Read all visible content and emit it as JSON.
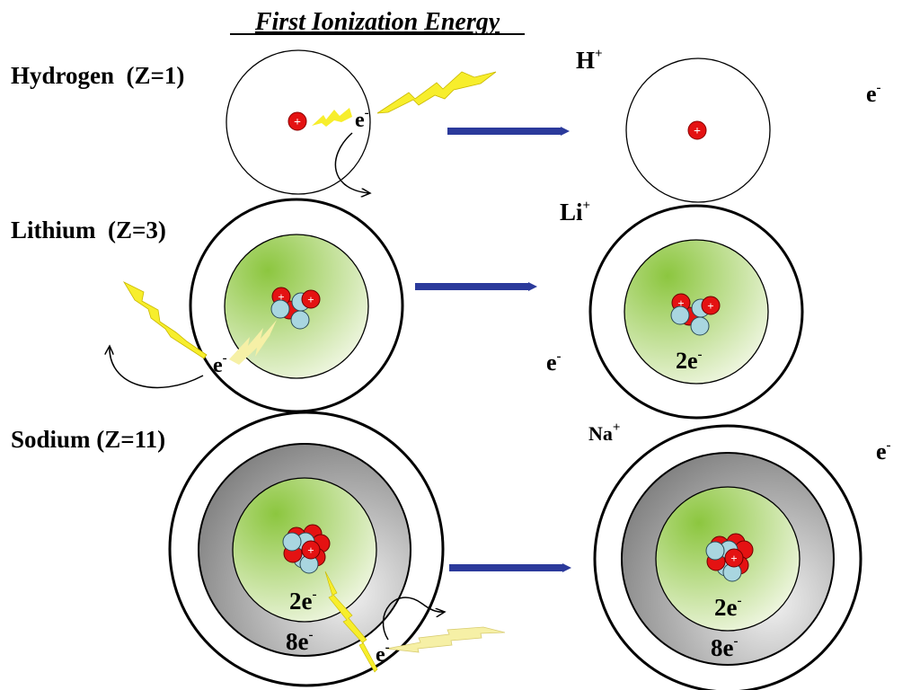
{
  "title": "First Ionization Energy",
  "labels": {
    "hydrogen": "Hydrogen  (Z=1)",
    "lithium": "Lithium  (Z=3)",
    "sodium": "Sodium (Z=11)"
  },
  "ions": {
    "h_plus": "H",
    "li_plus": "Li",
    "na_plus": "Na",
    "charge_plus": "+"
  },
  "electron": {
    "base": "e",
    "charge": "-"
  },
  "shells": {
    "inner_count": "2e",
    "middle_count": "8e"
  },
  "proton_symbol": "+",
  "colors": {
    "arrow": "#2b3a9b",
    "bolt": "#f7ee2c",
    "bolt_pale": "#f6f0a6",
    "proton": "#e41212",
    "neutron": "#a9d6e0",
    "core_green": "#8cc63f",
    "core_light": "#eef6dc",
    "shell_gray": "#8c8c8c"
  }
}
